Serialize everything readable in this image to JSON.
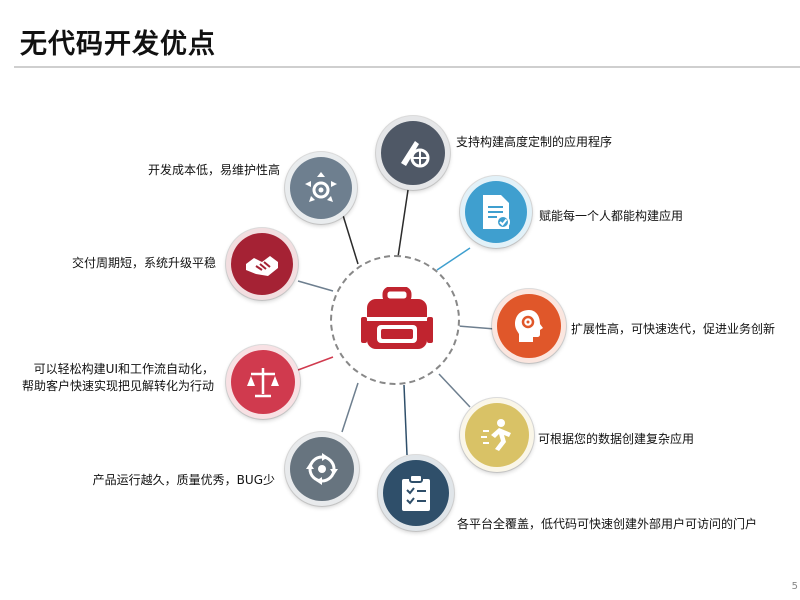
{
  "title": "无代码开发优点",
  "page_number": "5",
  "center_icon": "backpack-icon",
  "items": [
    {
      "label": "开发成本低，易维护性高",
      "icon": "gear-arrows-icon",
      "color": "#6e7f8f"
    },
    {
      "label": "支持构建高度定制的应用程序",
      "icon": "tools-icon",
      "color": "#4f5866"
    },
    {
      "label": "赋能每一个人都能构建应用",
      "icon": "document-check-icon",
      "color": "#3f9fcf"
    },
    {
      "label": "交付周期短，系统升级平稳",
      "icon": "handshake-icon",
      "color": "#a52234"
    },
    {
      "label": "扩展性高，可快速迭代，促进业务创新",
      "icon": "head-gear-icon",
      "color": "#e0572a"
    },
    {
      "label": [
        "可以轻松构建UI和工作流自动化，",
        "帮助客户快速实现把见解转化为行动"
      ],
      "icon": "balance-scale-icon",
      "color": "#d03a4e"
    },
    {
      "label": "可根据您的数据创建复杂应用",
      "icon": "runner-icon",
      "color": "#d9c266"
    },
    {
      "label": "产品运行越久，质量优秀，BUG少",
      "icon": "cycle-arrows-icon",
      "color": "#67747f"
    },
    {
      "label": "各平台全覆盖，低代码可快速创建外部用户可访问的门户",
      "icon": "clipboard-icon",
      "color": "#2f4f6a"
    }
  ]
}
